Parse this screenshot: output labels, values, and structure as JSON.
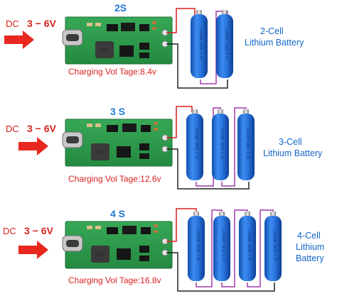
{
  "sections": [
    {
      "id": "2s",
      "series_label": "2S",
      "dc_label": "DC",
      "input_range": "3 − 6V",
      "charging_text": "Charging Vol Tage:8.4v",
      "battery_label_lines": [
        "2-Cell",
        "Lithium Battery"
      ],
      "inductor_text": "100",
      "cells": 2
    },
    {
      "id": "3s",
      "series_label": "3 S",
      "dc_label": "DC",
      "input_range": "3 − 6V",
      "charging_text": "Charging Vol Tage:12.6v",
      "battery_label_lines": [
        "3-Cell",
        "Lithium Battery"
      ],
      "inductor_text": "100",
      "cells": 3
    },
    {
      "id": "4s",
      "series_label": "4 S",
      "dc_label": "DC",
      "input_range": "3 − 6V",
      "charging_text": "Charging Vol Tage:16.8v",
      "battery_label_lines": [
        "4-Cell",
        "Lithium",
        "Battery"
      ],
      "inductor_text": "100",
      "cells": 4
    }
  ],
  "colors": {
    "pcb_green": "#2e9b4c",
    "battery_blue": "#1f6fd6",
    "arrow_red": "#e8281f",
    "wire_red": "#d81f1f",
    "wire_dark": "#222222",
    "wire_purple": "#a03aa8",
    "label_blue": "#1366c8"
  },
  "icons": [
    "usb-c-port-icon",
    "input-arrow-icon",
    "inductor-icon",
    "battery-cell-icon"
  ]
}
